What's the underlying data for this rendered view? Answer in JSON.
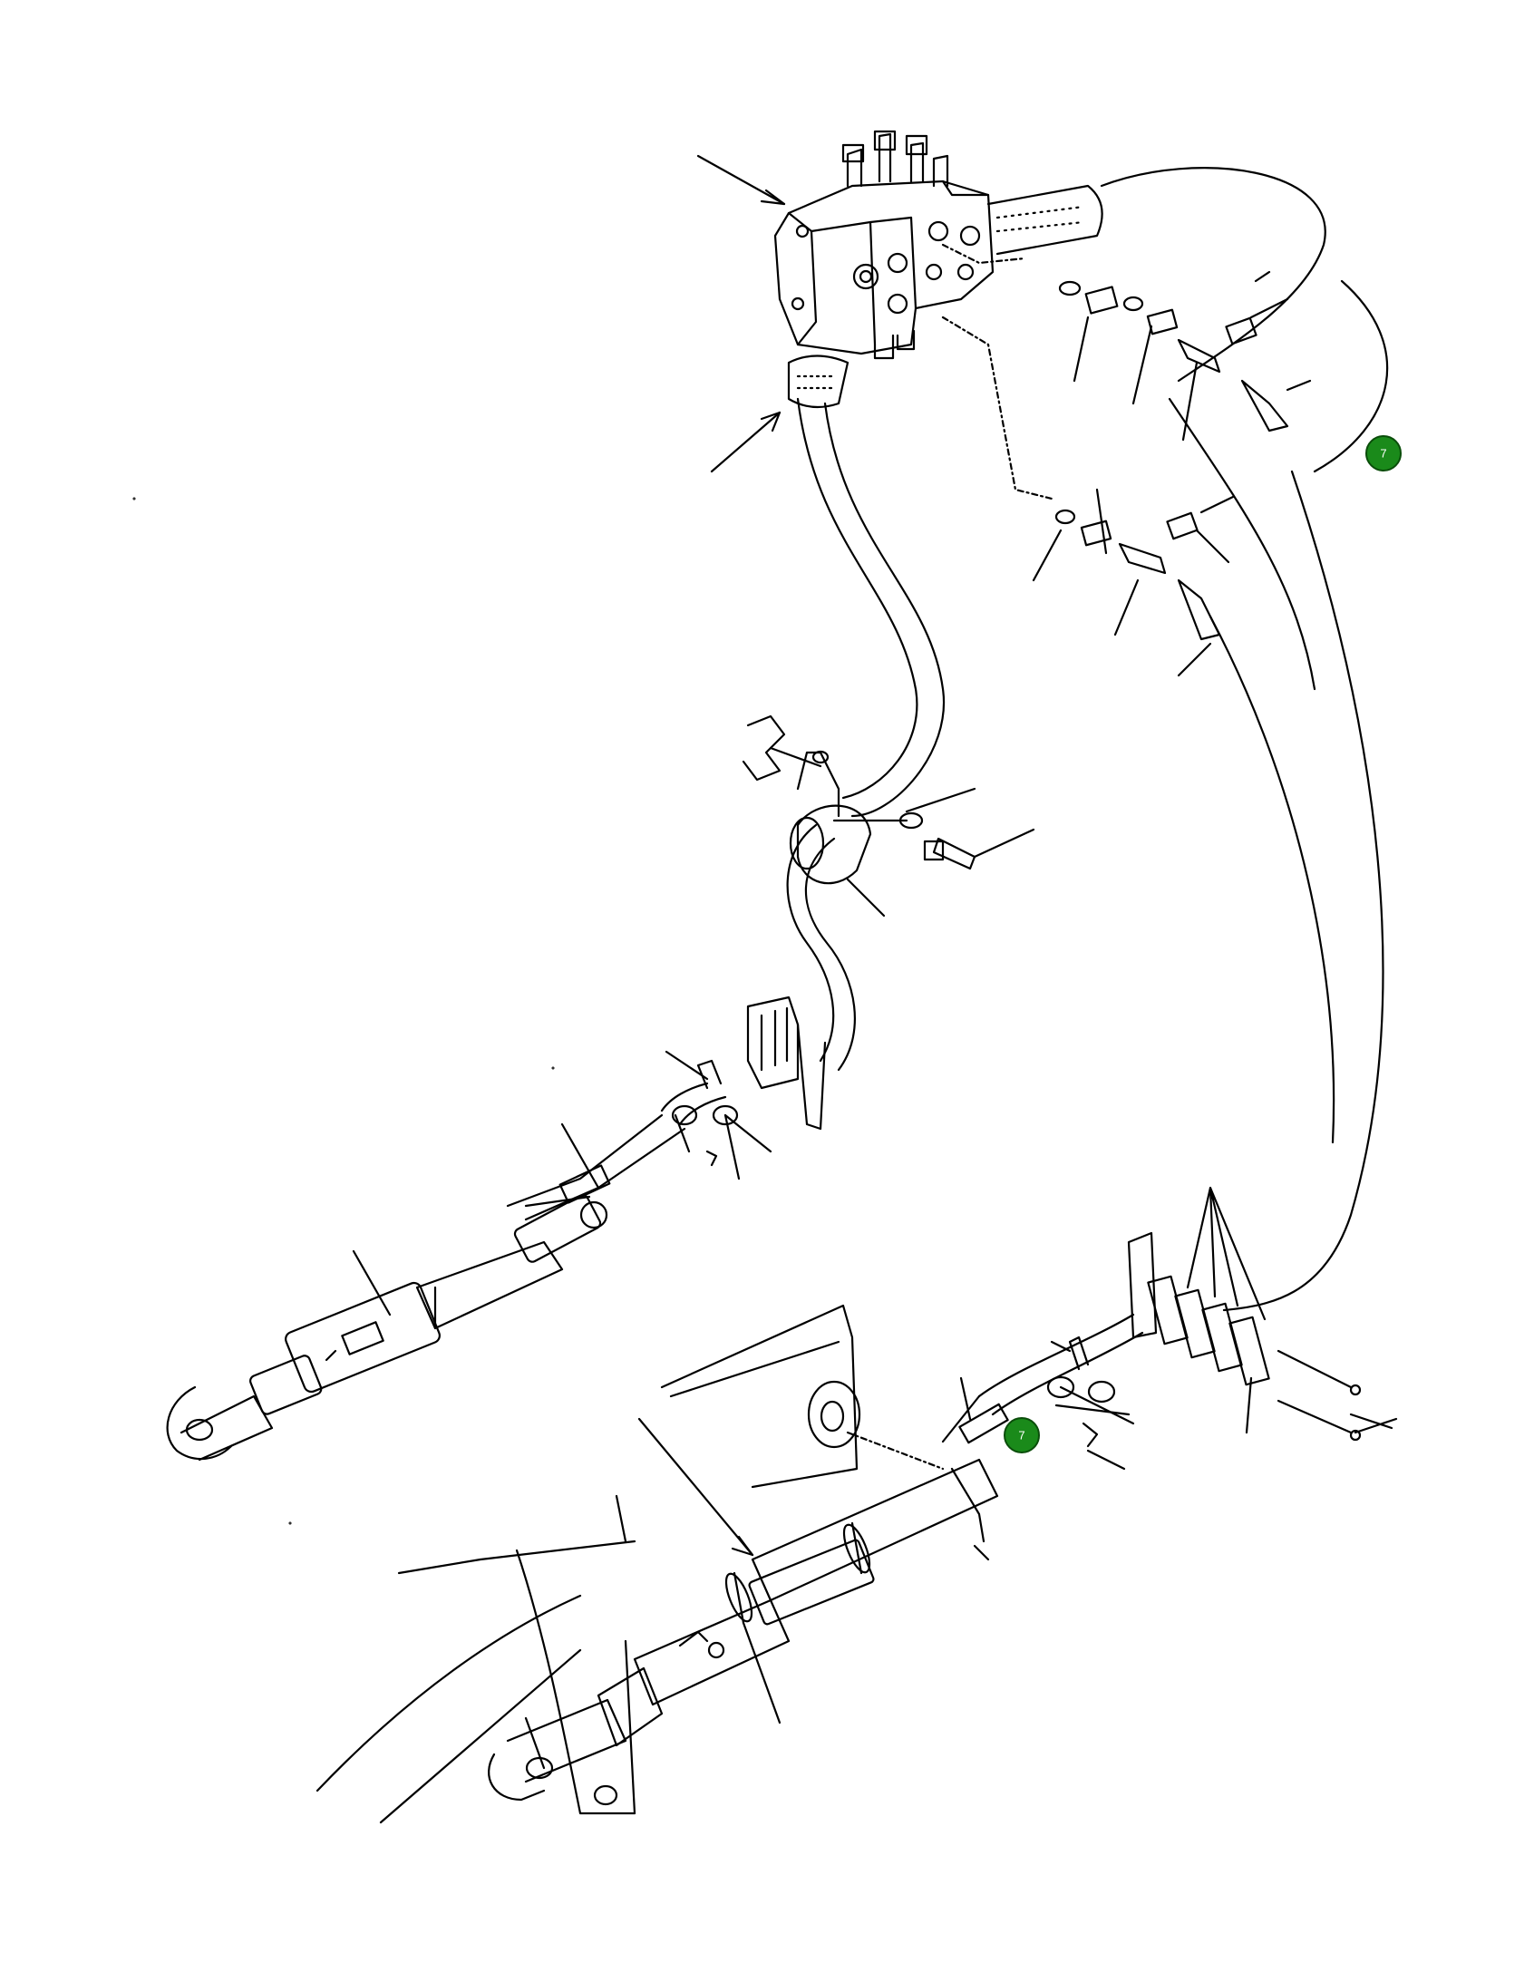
{
  "callouts": [
    {
      "id": "callout-a",
      "label": "7"
    },
    {
      "id": "callout-b",
      "label": "7"
    }
  ],
  "colors": {
    "line": "#000000",
    "callout_fill": "#1a8a1a",
    "callout_stroke": "#0a4d0a",
    "callout_text": "#ffffff",
    "background": "#ffffff"
  }
}
